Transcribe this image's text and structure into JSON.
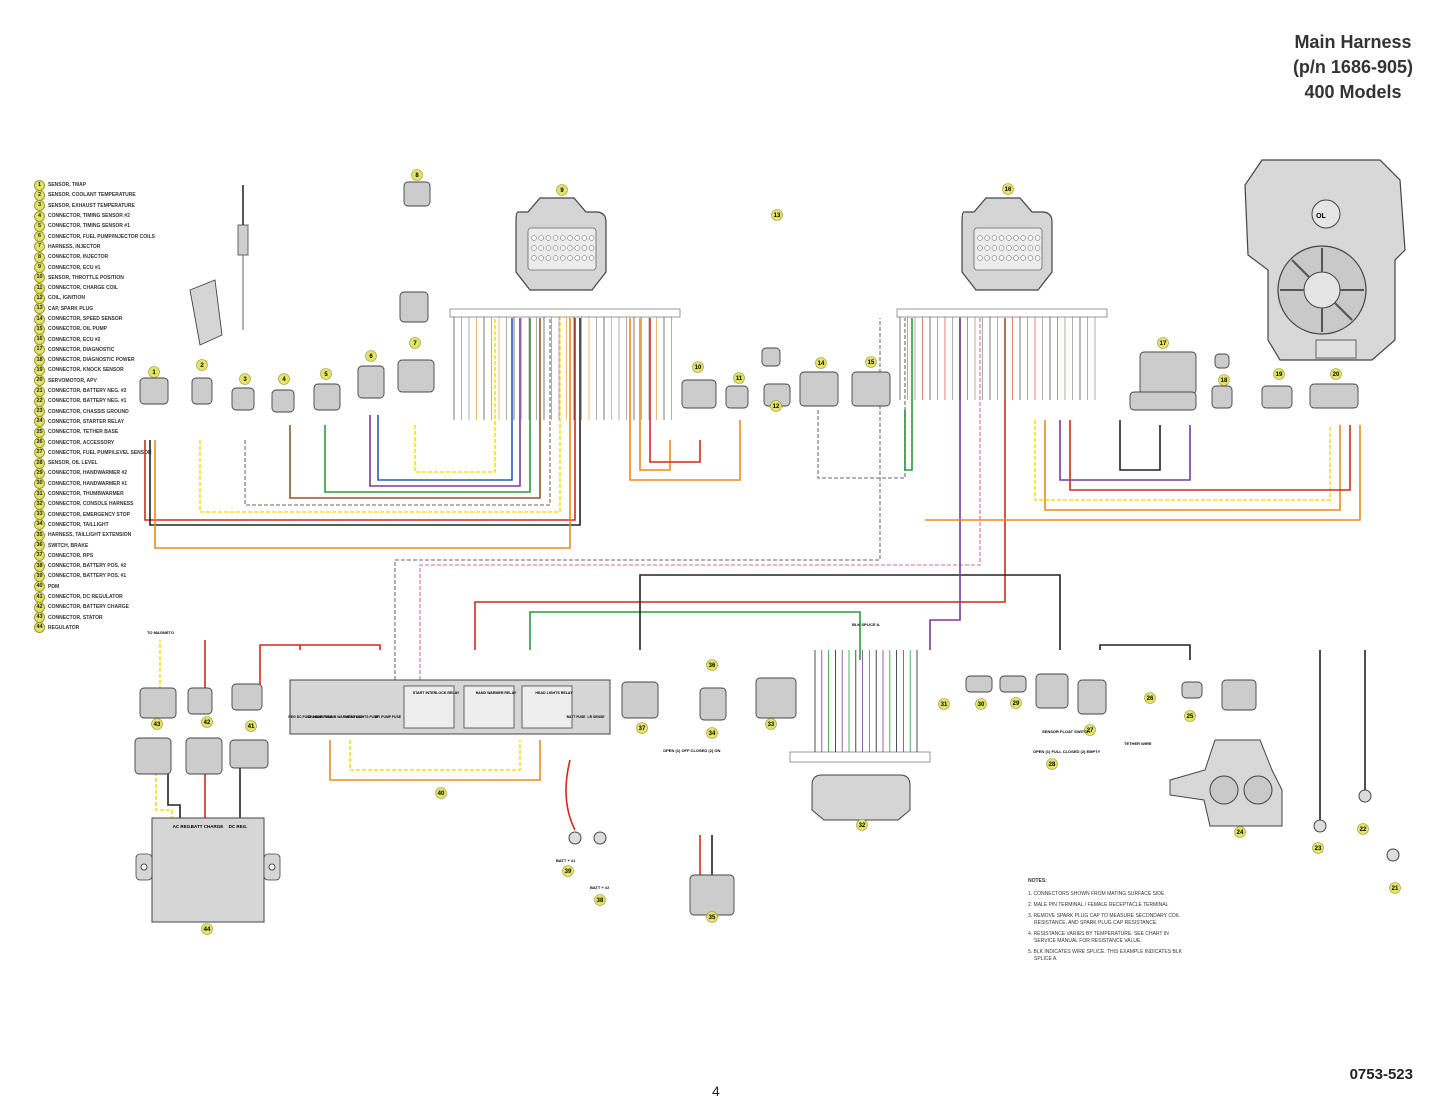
{
  "header": {
    "title_line1": "Main Harness",
    "title_line2": "(p/n 1686-905)",
    "title_line3": "400 Models"
  },
  "legend": [
    {
      "num": "1",
      "label": "SENSOR, TMAP"
    },
    {
      "num": "2",
      "label": "SENSOR, COOLANT TEMPERATURE"
    },
    {
      "num": "3",
      "label": "SENSOR, EXHAUST TEMPERATURE"
    },
    {
      "num": "4",
      "label": "CONNECTOR, TIMING SENSOR #2"
    },
    {
      "num": "5",
      "label": "CONNECTOR, TIMING SENSOR #1"
    },
    {
      "num": "6",
      "label": "CONNECTOR, FUEL PUMP/INJECTOR COILS"
    },
    {
      "num": "7",
      "label": "HARNESS, INJECTOR"
    },
    {
      "num": "8",
      "label": "CONNECTOR, INJECTOR"
    },
    {
      "num": "9",
      "label": "CONNECTOR, ECU #1"
    },
    {
      "num": "10",
      "label": "SENSOR, THROTTLE POSITION"
    },
    {
      "num": "11",
      "label": "CONNECTOR, CHARGE COIL"
    },
    {
      "num": "12",
      "label": "COIL, IGNITION"
    },
    {
      "num": "13",
      "label": "CAP, SPARK PLUG"
    },
    {
      "num": "14",
      "label": "CONNECTOR, SPEED SENSOR"
    },
    {
      "num": "15",
      "label": "CONNECTOR, OIL PUMP"
    },
    {
      "num": "16",
      "label": "CONNECTOR, ECU #2"
    },
    {
      "num": "17",
      "label": "CONNECTOR, DIAGNOSTIC"
    },
    {
      "num": "18",
      "label": "CONNECTOR, DIAGNOSTIC POWER"
    },
    {
      "num": "19",
      "label": "CONNECTOR, KNOCK SENSOR"
    },
    {
      "num": "20",
      "label": "SERVOMOTOR, APV"
    },
    {
      "num": "21",
      "label": "CONNECTOR, BATTERY NEG. #2"
    },
    {
      "num": "22",
      "label": "CONNECTOR, BATTERY NEG. #1"
    },
    {
      "num": "23",
      "label": "CONNECTOR, CHASSIS GROUND"
    },
    {
      "num": "24",
      "label": "CONNECTOR, STARTER RELAY"
    },
    {
      "num": "25",
      "label": "CONNECTOR, TETHER BASE"
    },
    {
      "num": "26",
      "label": "CONNECTOR, ACCESSORY"
    },
    {
      "num": "27",
      "label": "CONNECTOR, FUEL PUMP/LEVEL SENSOR"
    },
    {
      "num": "28",
      "label": "SENSOR, OIL LEVEL"
    },
    {
      "num": "29",
      "label": "CONNECTOR, HANDWARMER #2"
    },
    {
      "num": "30",
      "label": "CONNECTOR, HANDWARMER #1"
    },
    {
      "num": "31",
      "label": "CONNECTOR, THUMBWARMER"
    },
    {
      "num": "32",
      "label": "CONNECTOR, CONSOLE HARNESS"
    },
    {
      "num": "33",
      "label": "CONNECTOR, EMERGENCY STOP"
    },
    {
      "num": "34",
      "label": "CONNECTOR, TAILLIGHT"
    },
    {
      "num": "35",
      "label": "HARNESS, TAILLIGHT EXTENSION"
    },
    {
      "num": "36",
      "label": "SWITCH, BRAKE"
    },
    {
      "num": "37",
      "label": "CONNECTOR, RPS"
    },
    {
      "num": "38",
      "label": "CONNECTOR, BATTERY POS. #2"
    },
    {
      "num": "39",
      "label": "CONNECTOR, BATTERY POS. #1"
    },
    {
      "num": "40",
      "label": "PDM"
    },
    {
      "num": "41",
      "label": "CONNECTOR, DC REGULATOR"
    },
    {
      "num": "42",
      "label": "CONNECTOR, BATTERY CHARGE"
    },
    {
      "num": "43",
      "label": "CONNECTOR, STATOR"
    },
    {
      "num": "44",
      "label": "REGULATOR"
    }
  ],
  "diagram": {
    "ecu1_label": "9",
    "ecu2_label": "16",
    "ol_label": "OL",
    "pdm_label": "40",
    "regulator_label": "44",
    "regulator_terms": [
      "AC REG.",
      "BATT CHARGE",
      "DC REG."
    ],
    "console_label": "32",
    "to_magneto": "TO MAGNETO",
    "blk_splice": "BLK SPLICE A",
    "tether_wire": "TETHER WIRE",
    "sensor_float": "SENSOR FLOAT SWITCH",
    "open_closed_oil": "OPEN (1) FULL CLOSED (2) EMPTY",
    "open_closed_brake": "OPEN (1) OFF CLOSED (2) ON",
    "batt_pos1": "BATT + #1",
    "batt_pos2": "BATT + #2",
    "pdm_relays": [
      "START INTERLOCK RELAY",
      "HAND WARMER RELAY",
      "HEAD LIGHTS RELAY",
      "HAND WARMERS RELAY"
    ],
    "pdm_fuses": [
      "REG DC FUSE",
      "CHARGE FUSE",
      "HAND THUMB WARMER FUSE",
      "HEAD LIGHTS FUSE",
      "EFI PUMP FUSE",
      "BATT FUSE",
      "LR SENSE"
    ]
  },
  "notes": {
    "title": "NOTES:",
    "items": [
      "1. CONNECTORS SHOWN FROM MATING SURFACE SIDE.",
      "2. MALE PIN TERMINAL / FEMALE RECEPTACLE TERMINAL",
      "3. REMOVE SPARK PLUG CAP TO MEASURE SECONDARY COIL RESISTANCE, AND SPARK PLUG CAP RESISTANCE.",
      "4. RESISTANCE VARIES BY TEMPERATURE. SEE CHART IN SERVICE MANUAL FOR RESISTANCE VALUE.",
      "5. BLK INDICATES WIRE SPLICE. THIS EXAMPLE INDICATES BLK SPLICE A."
    ]
  },
  "footer": {
    "page_number": "4",
    "doc_number": "0753-523"
  },
  "colors": {
    "red": "#d02a1e",
    "yellow": "#f2df1c",
    "orange": "#ea8a1c",
    "green": "#2a9a3a",
    "purple": "#7a3a9a",
    "brown": "#8a5a2a",
    "black": "#222222",
    "gray": "#9a9a9a",
    "pink": "#e59ab0",
    "blue": "#2a5ab0",
    "connector_fill": "#cccccc",
    "callout": "#e3e36a"
  }
}
